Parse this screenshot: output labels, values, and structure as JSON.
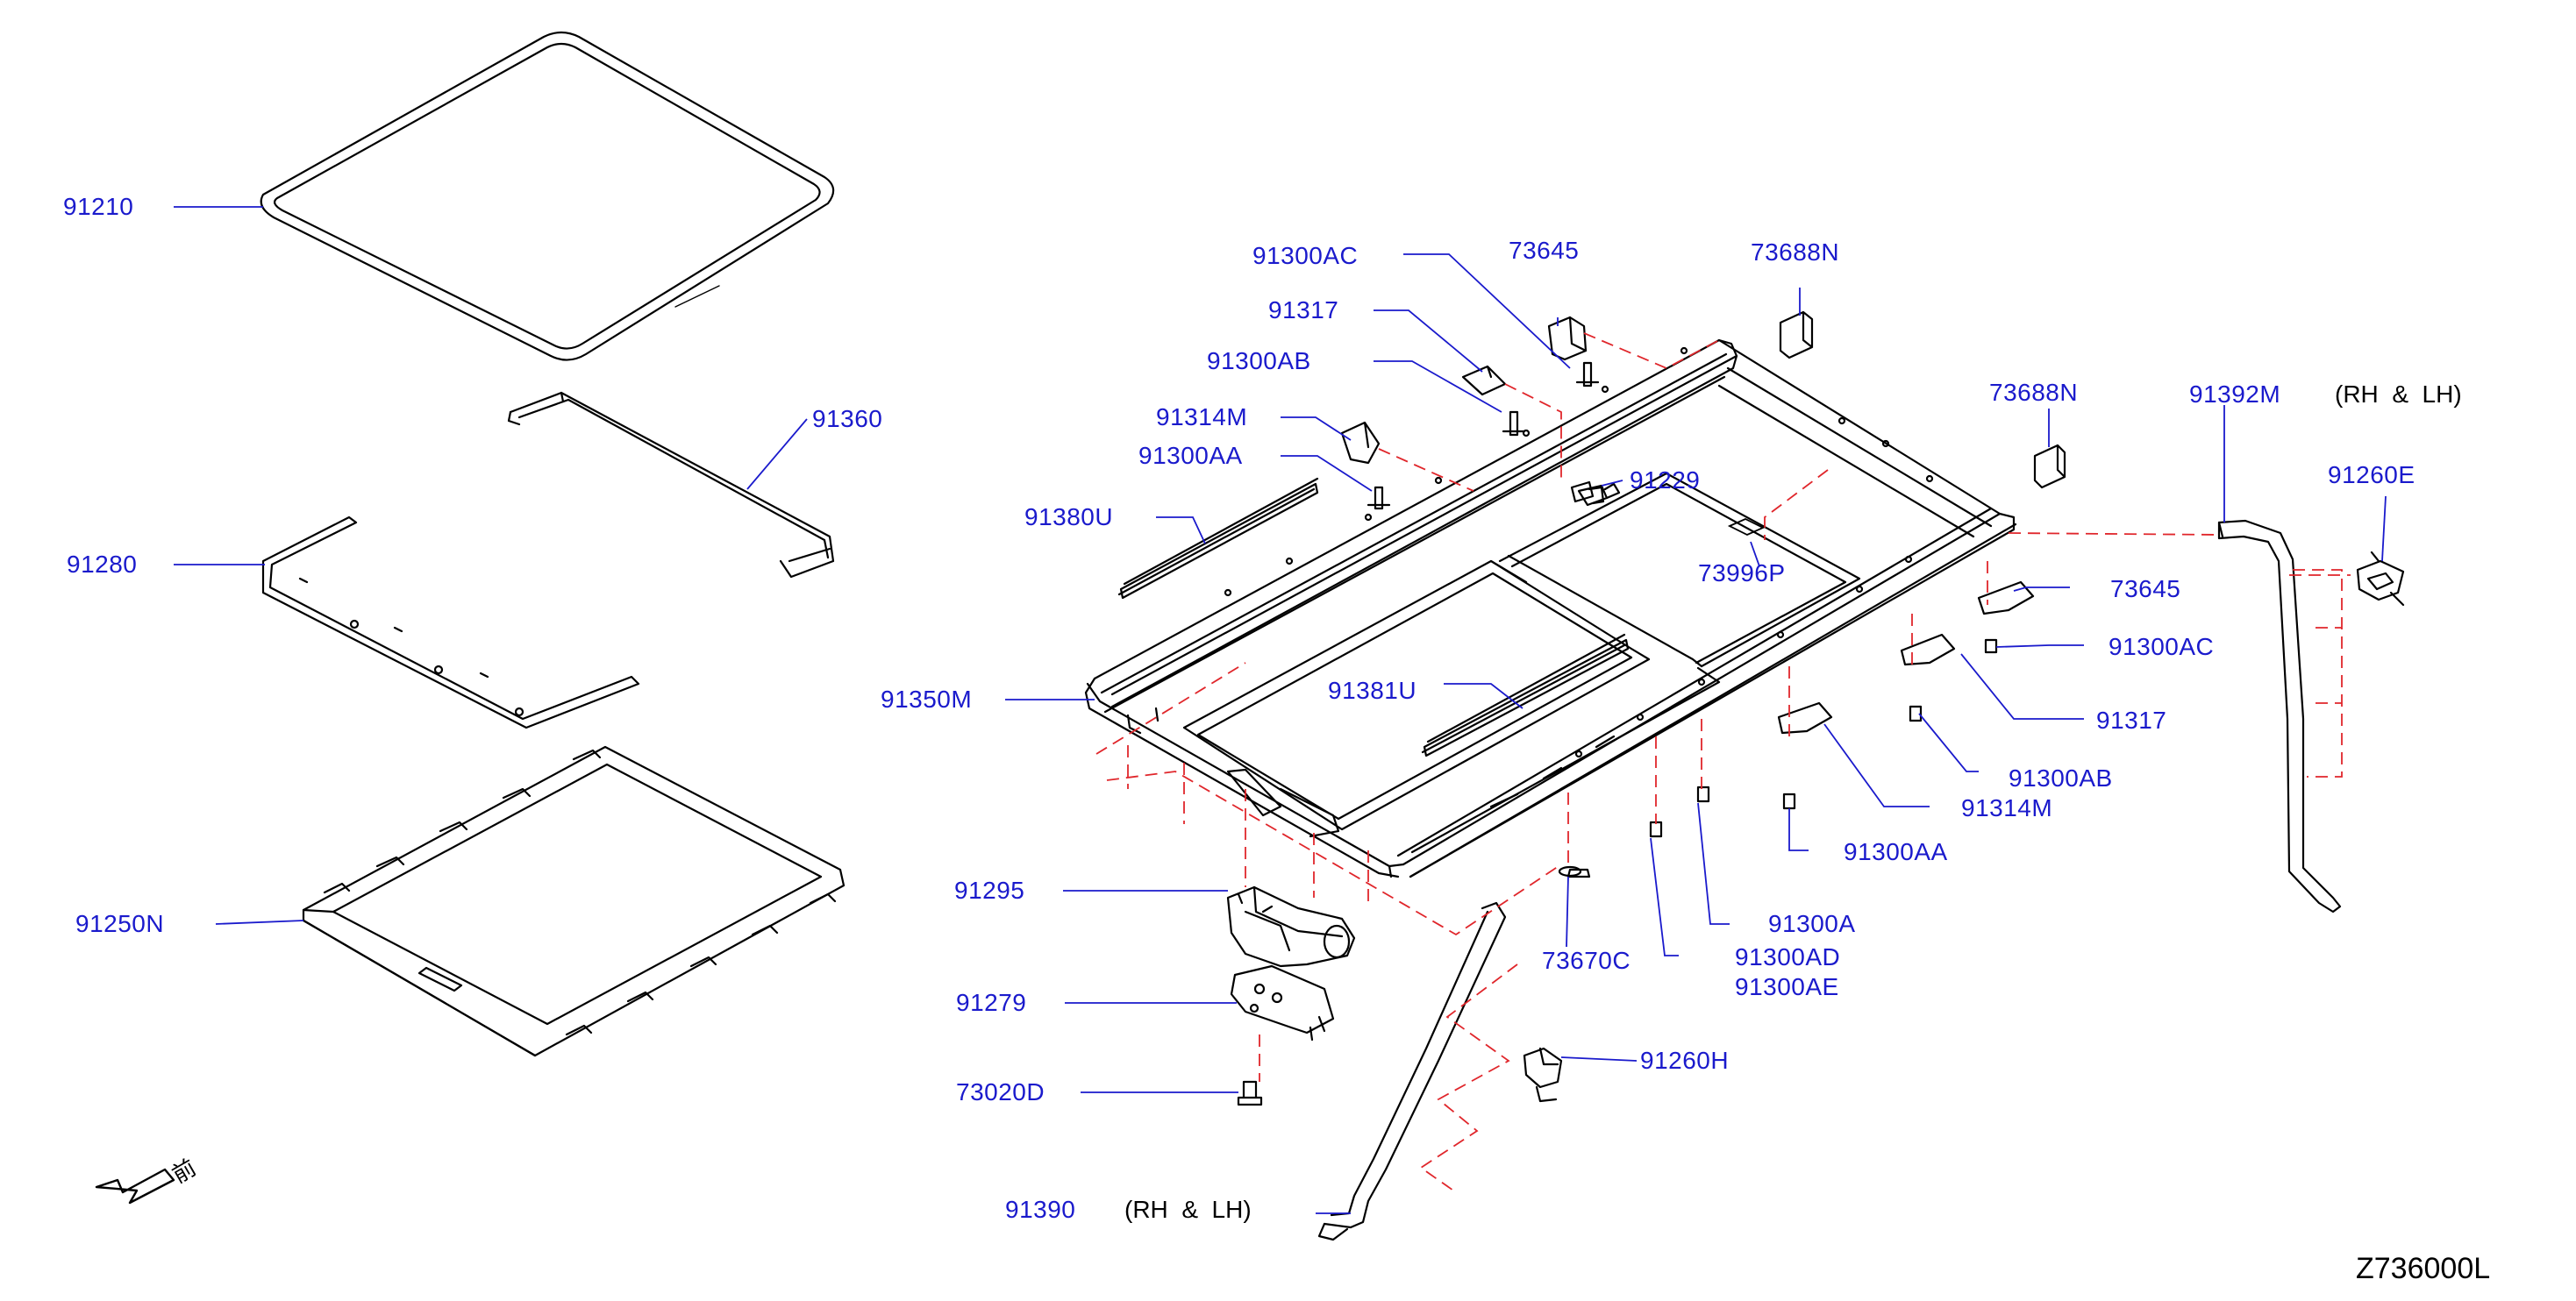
{
  "labels": {
    "p91210": "91210",
    "p91360": "91360",
    "p91280": "91280",
    "p91250N": "91250N",
    "p91300AC_a": "91300AC",
    "p91317_a": "91317",
    "p91300AB_a": "91300AB",
    "p91314M_a": "91314M",
    "p91300AA_a": "91300AA",
    "p91380U": "91380U",
    "p91350M": "91350M",
    "p73645_a": "73645",
    "p73688N_a": "73688N",
    "p91229": "91229",
    "p73996P": "73996P",
    "p91381U": "91381U",
    "p73688N_b": "73688N",
    "p91392M": "91392M",
    "p91260E": "91260E",
    "p73645_b": "73645",
    "p91300AC_b": "91300AC",
    "p91317_b": "91317",
    "p91300AB_b": "91300AB",
    "p91314M_b": "91314M",
    "p91300AA_b": "91300AA",
    "p91295": "91295",
    "p91279": "91279",
    "p73020D": "73020D",
    "p73670C": "73670C",
    "p91300A": "91300A",
    "p91300AD": "91300AD",
    "p91300AE": "91300AE",
    "p91260H": "91260H",
    "p91390": "91390"
  },
  "notes": {
    "rh_lh_top": "(RH  &  LH)",
    "rh_lh_bottom": "(RH  &  LH)"
  },
  "front_mark": "前",
  "diagram_code": "Z736000L",
  "colors": {
    "label": "#1a1acc",
    "line": "#000000",
    "leader": "#1a1acc",
    "dashed": "#e0262b"
  }
}
